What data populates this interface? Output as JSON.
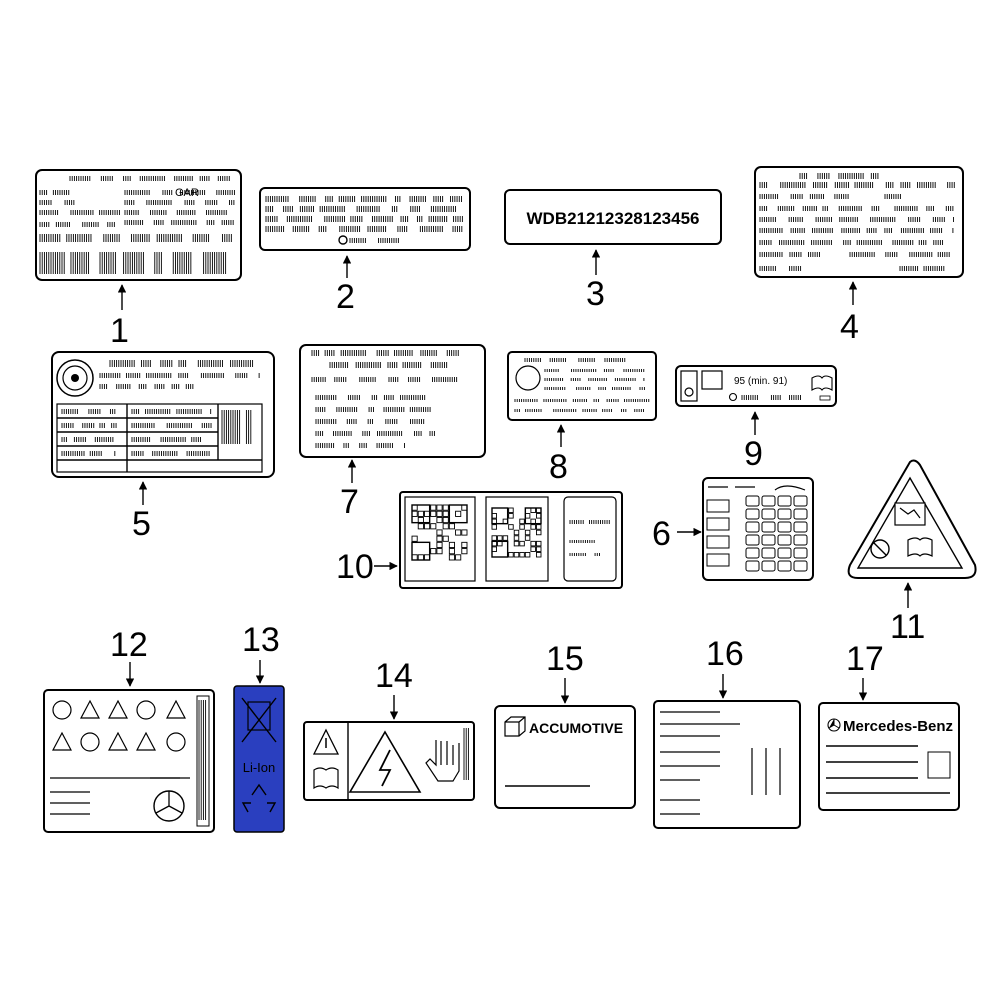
{
  "labels": [
    {
      "callout": "1"
    },
    {
      "callout": "2"
    },
    {
      "callout": "3",
      "text": "WDB21212328123456"
    },
    {
      "callout": "4"
    },
    {
      "callout": "5"
    },
    {
      "callout": "6"
    },
    {
      "callout": "7"
    },
    {
      "callout": "8"
    },
    {
      "callout": "9",
      "text": "95 (min. 91)"
    },
    {
      "callout": "10"
    },
    {
      "callout": "11"
    },
    {
      "callout": "12"
    },
    {
      "callout": "13",
      "text": "Li-Ion"
    },
    {
      "callout": "14"
    },
    {
      "callout": "15",
      "text": "ACCUMOTIVE"
    },
    {
      "callout": "16"
    },
    {
      "callout": "17",
      "text": "Mercedes-Benz"
    }
  ],
  "colors": {
    "line": "#000000",
    "label_13_fill": "#2a3fbf",
    "background": "#ffffff"
  }
}
